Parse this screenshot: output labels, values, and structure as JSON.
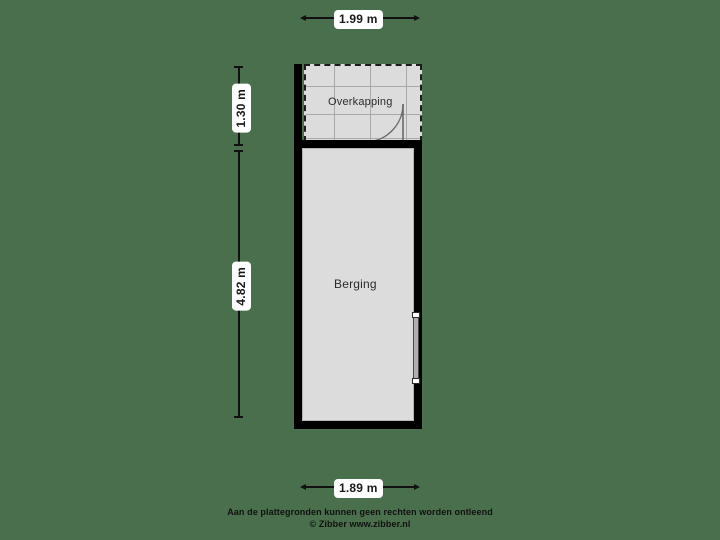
{
  "plan": {
    "title": "Floor plan",
    "rooms": [
      {
        "name": "overkapping",
        "label": "Overkapping"
      },
      {
        "name": "berging",
        "label": "Berging"
      }
    ],
    "dimensions": {
      "top": {
        "label": "1.99 m",
        "orientation": "horizontal"
      },
      "bottom": {
        "label": "1.89 m",
        "orientation": "horizontal"
      },
      "left_upper": {
        "label": "1.30 m",
        "orientation": "vertical"
      },
      "left_lower": {
        "label": "4.82 m",
        "orientation": "vertical"
      }
    },
    "features": {
      "door": "door-swing",
      "window": "window"
    }
  },
  "footer": {
    "line1": "Aan de plattegronden kunnen geen rechten worden ontleend",
    "line2": "© Zibber www.zibber.nl"
  },
  "colors": {
    "background": "#4a6f4c",
    "wall": "#000000",
    "floor": "#dcdcdc",
    "grid": "#a9a9a9",
    "dimension": "#111111",
    "label_bg": "#ffffff"
  }
}
